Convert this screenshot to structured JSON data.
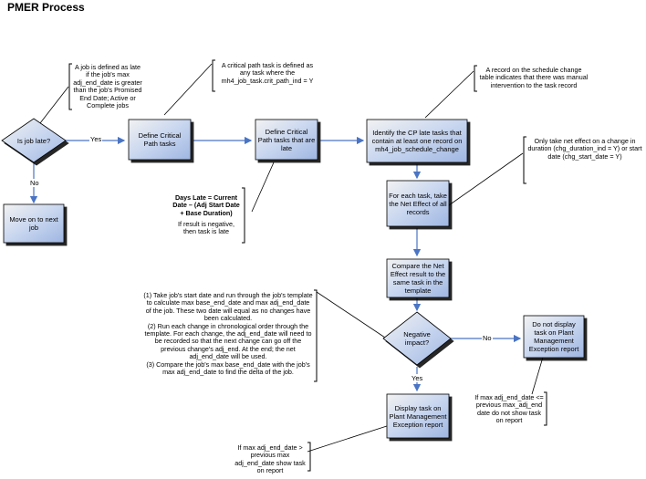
{
  "title": "PMER Process",
  "nodes": {
    "is_job_late": "Is job late?",
    "move_on": "Move on to next job",
    "define_critical_path": "Define Critical Path tasks",
    "define_cp_late": "Define Critical Path tasks that are late",
    "identify_cp_late": "Identify the CP late tasks that contain at least one record on mh4_job_schedule_change",
    "net_effect": "For each task, take the Net Effect of all records",
    "compare_net_effect": "Compare the Net Effect result to the same task in the template",
    "negative_impact": "Negative impact?",
    "do_not_display": "Do not display task on Plant Management Exception report",
    "display_task": "Display task on Plant Management Exception report"
  },
  "edge_labels": {
    "yes_1": "Yes",
    "no_1": "No",
    "no_2": "No",
    "yes_2": "Yes"
  },
  "notes": {
    "late_def": "A job is defined as late if the job's max adj_end_date is greater than the job's Promised End Date; Active or Complete jobs",
    "cp_def": "A critical path task is defined as any task where the mh4_job_task.crit_path_ind = Y",
    "days_late_bold": "Days Late = Current Date – (Adj Start Date + Base Duration)",
    "days_late_rest": "If result is negative, then task is late",
    "schedule_change": "A record on the schedule change table indicates that there was manual intervention to the task record",
    "net_effect_note": "Only take net effect on a change in duration (chg_duration_ind = Y) or start date (chg_start_date = Y)",
    "procedure": "(1) Take job's start date and run through the job's template to calculate max base_end_date and max adj_end_date of the job.  These two date will equal as no changes have been calculated.\n(2) Run each change in chronological order through the template.  For each change, the adj_end_date will need to be recorded so that the next change can go off the previous change's adj_end.  At the end; the net adj_end_date will be used.\n(3) Compare the job's max base_end_date with the job's max adj_end_date to find the delta of the job.",
    "not_show": "If max adj_end_date <= previous max_adj_end date do not show task on report",
    "show": "If max adj_end_date > previous max adj_end_date show task on report"
  },
  "colors": {
    "box_fill": "#cdd9ee",
    "box_stroke": "#000000",
    "arrow": "#4a74c4"
  }
}
